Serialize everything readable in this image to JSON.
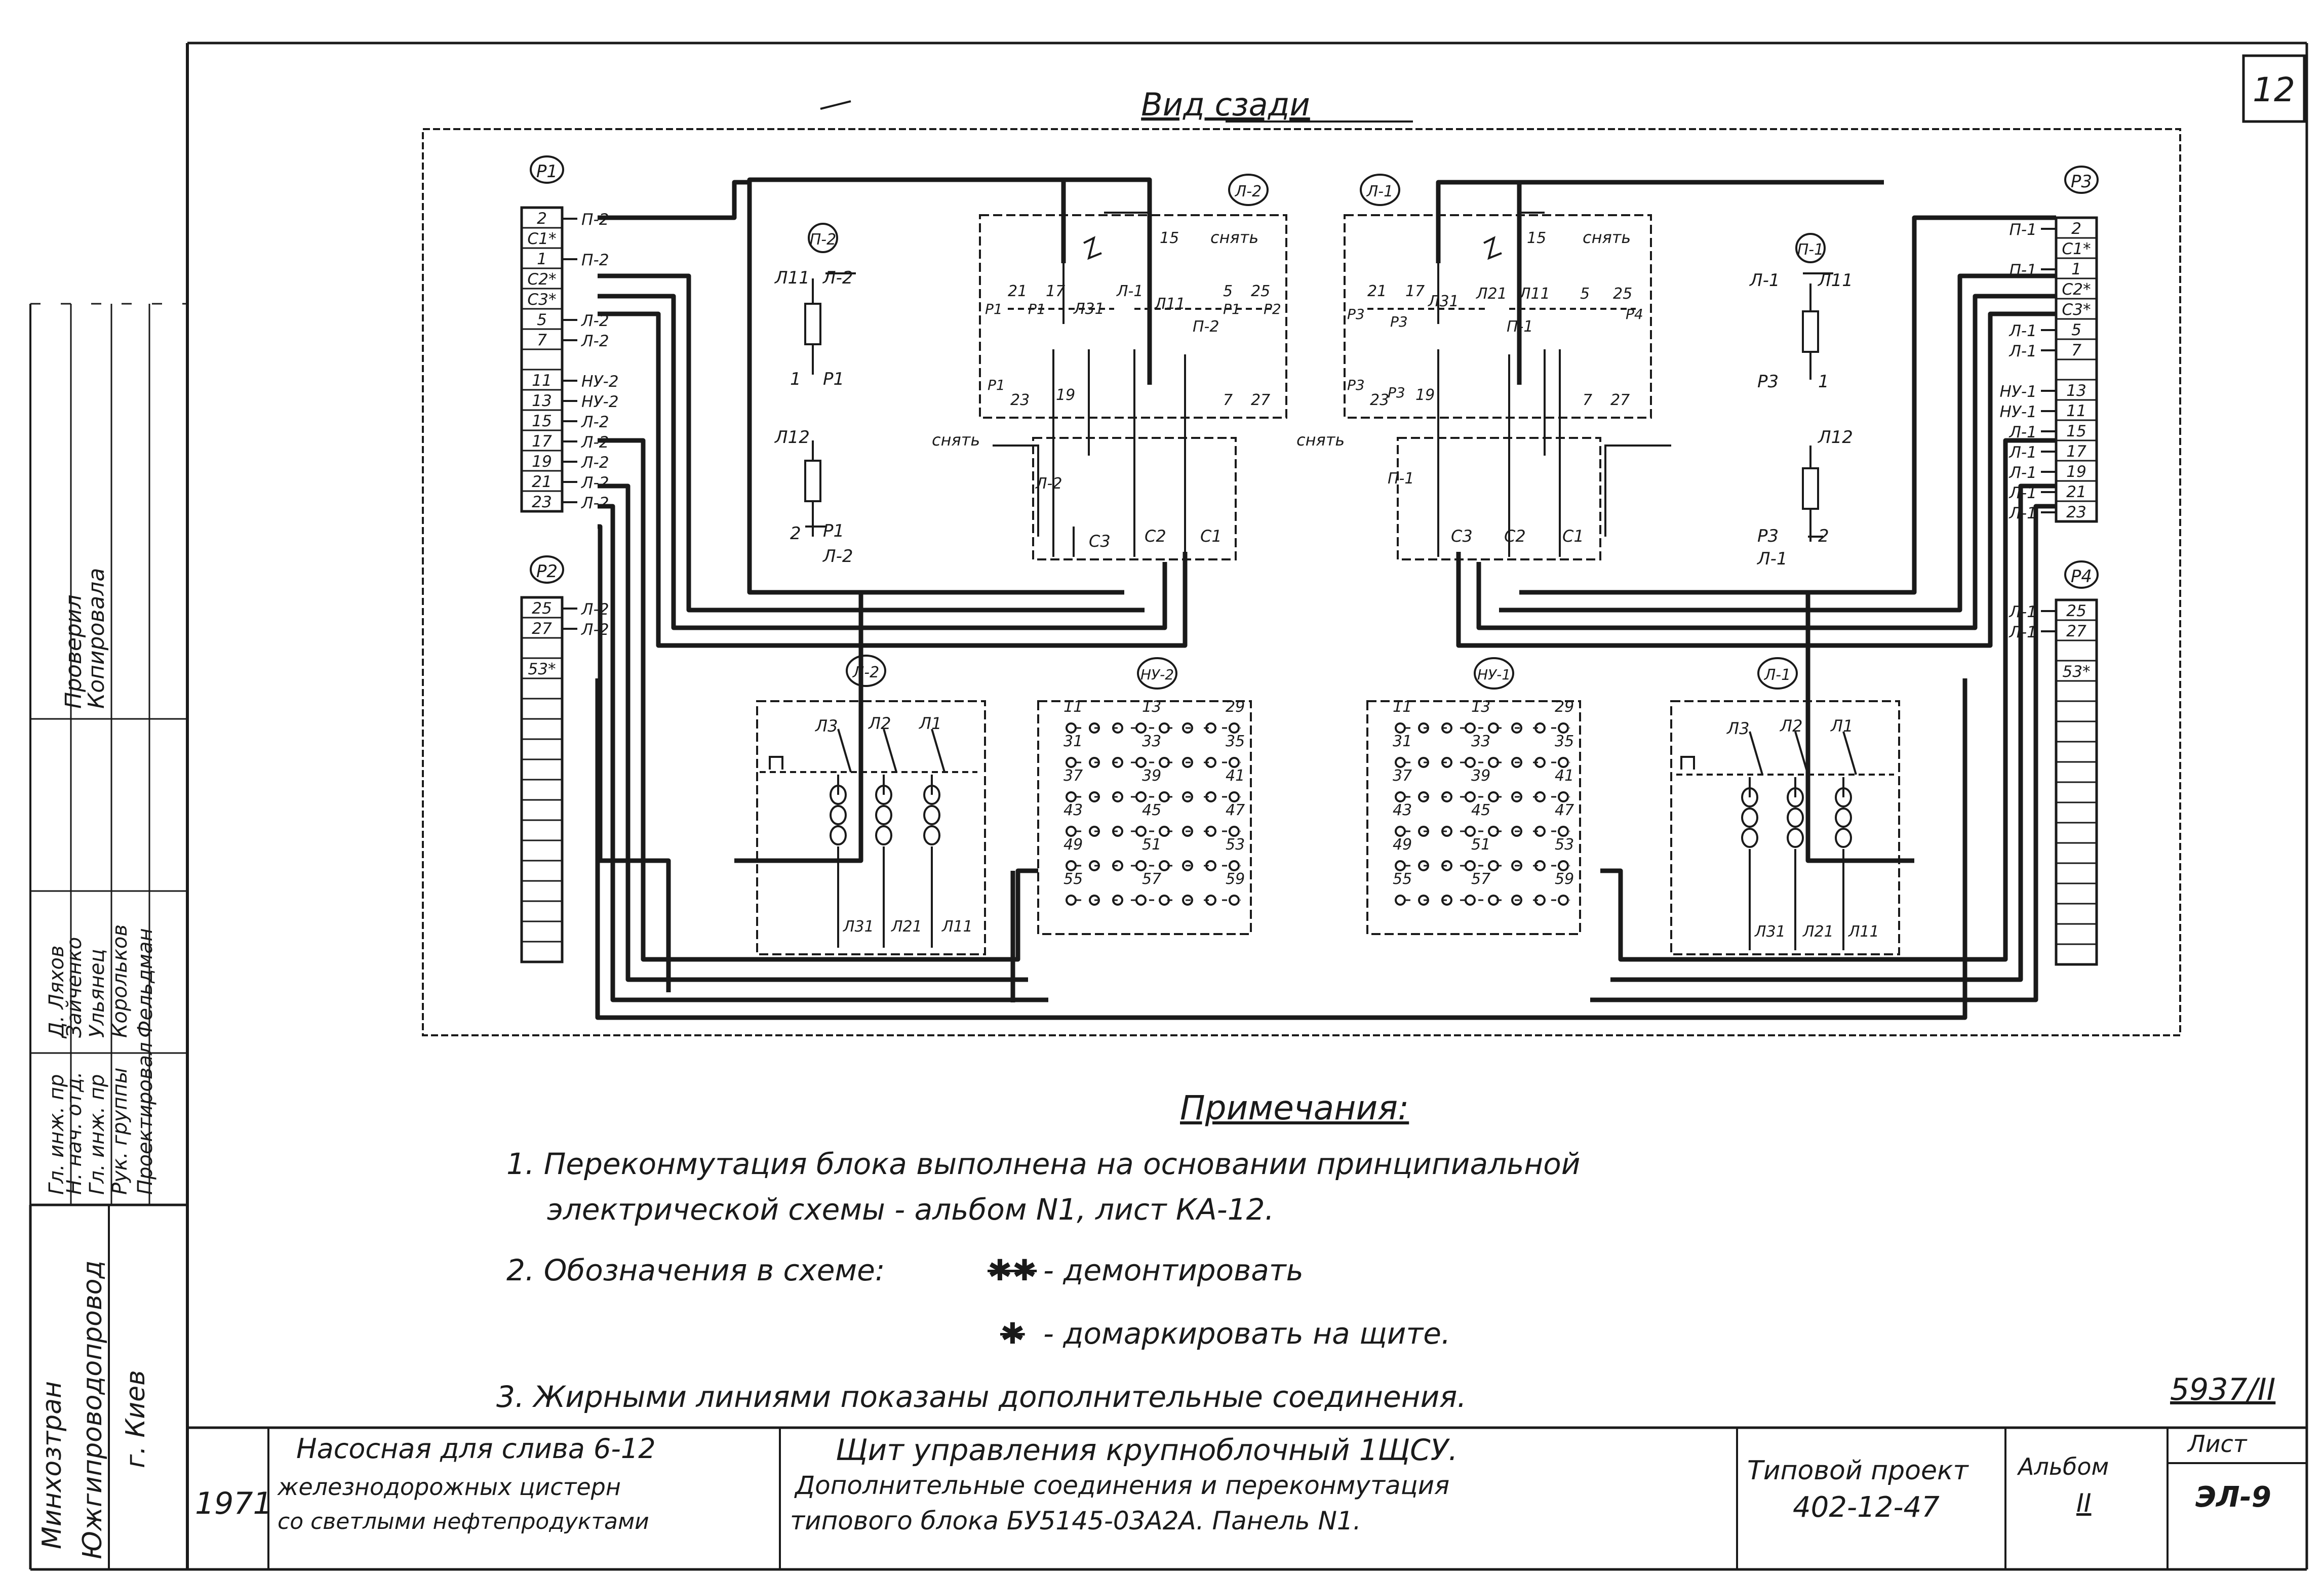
{
  "sheet": {
    "page_number": "12",
    "view_title": "Вид сзади",
    "archive_number": "5937/II"
  },
  "panels": {
    "left": [
      {
        "id": "P1",
        "label": "Р1",
        "terminals": [
          "2",
          "С1*",
          "1",
          "С2*",
          "С3*",
          "5",
          "7",
          "",
          "11",
          "13",
          "15",
          "17",
          "19",
          "21",
          "23"
        ],
        "wires": [
          "П-2",
          "",
          "П-2",
          "",
          "",
          "Л-2",
          "Л-2",
          "",
          "НУ-2",
          "НУ-2",
          "Л-2",
          "Л-2",
          "Л-2",
          "Л-2",
          "Л-2"
        ]
      },
      {
        "id": "P2",
        "label": "Р2",
        "terminals": [
          "25",
          "27",
          "",
          "53*"
        ],
        "wires": [
          "Л-2",
          "Л-2",
          "",
          ""
        ]
      }
    ],
    "right": [
      {
        "id": "P3",
        "label": "Р3",
        "terminals": [
          "2",
          "С1*",
          "1",
          "С2*",
          "С3*",
          "5",
          "7",
          "",
          "13",
          "11",
          "15",
          "17",
          "19",
          "21",
          "23"
        ],
        "wires": [
          "П-1",
          "",
          "П-1",
          "",
          "",
          "Л-1",
          "Л-1",
          "",
          "НУ-1",
          "НУ-1",
          "Л-1",
          "Л-1",
          "Л-1",
          "Л-1",
          "Л-1"
        ]
      },
      {
        "id": "P4",
        "label": "Р4",
        "terminals": [
          "25",
          "27",
          "",
          "53*"
        ],
        "wires": [
          "Л-1",
          "Л-1",
          "",
          ""
        ]
      }
    ]
  },
  "devices": {
    "P2_fuse": {
      "label": "П-2",
      "t1": "Л11",
      "t2": "Л-2",
      "t3": "1",
      "t4": "Р1",
      "t5": "Л12",
      "t6": "2",
      "t7": "Р1",
      "t8": "Л-2"
    },
    "P1_fuse": {
      "label": "П-1",
      "t1": "Л-1",
      "t2": "Л11",
      "t3": "Р3",
      "t4": "1",
      "t5": "Л12",
      "t6": "Р3",
      "t7": "2",
      "t8": "Л-1"
    },
    "L2_relay": {
      "label": "Л-2",
      "snyat": "снять",
      "pins": [
        "21",
        "17",
        "Л31",
        "Л-1",
        "Л11",
        "5",
        "25",
        "15",
        "Р1",
        "Р1",
        "Р1",
        "Р1",
        "Р2",
        "23",
        "19",
        "7",
        "27",
        "П-2",
        "С3",
        "С2",
        "С1",
        "Л-2"
      ]
    },
    "L1_relay": {
      "label": "Л-1",
      "snyat": "снять",
      "pins": [
        "21",
        "17",
        "Л31",
        "Л21",
        "Л11",
        "5",
        "25",
        "15",
        "Р3",
        "Р3",
        "Р3",
        "Р3",
        "Р4",
        "23",
        "19",
        "7",
        "27",
        "П-1",
        "С3",
        "С2",
        "С1",
        "П-1"
      ]
    },
    "L2_lamps": {
      "label": "Л-2",
      "top": [
        "Л3",
        "Л2",
        "Л1"
      ],
      "bottom": [
        "Л31",
        "Л21",
        "Л11"
      ]
    },
    "L1_lamps": {
      "label": "Л-1",
      "top": [
        "Л3",
        "Л2",
        "Л1"
      ],
      "bottom": [
        "Л31",
        "Л21",
        "Л11"
      ]
    },
    "NU2": {
      "label": "НУ-2",
      "pins": [
        "11",
        "13",
        "29",
        "31",
        "33",
        "35",
        "37",
        "39",
        "41",
        "43",
        "45",
        "47",
        "49",
        "51",
        "53",
        "55",
        "57",
        "59"
      ]
    },
    "NU1": {
      "label": "НУ-1",
      "pins": [
        "11",
        "13",
        "29",
        "31",
        "33",
        "35",
        "37",
        "39",
        "41",
        "43",
        "45",
        "47",
        "49",
        "51",
        "53",
        "55",
        "57",
        "59"
      ]
    }
  },
  "notes": {
    "heading": "Примечания:",
    "n1_a": "1. Переконмутация блока выполнена на основании принципиальной",
    "n1_b": "электрической схемы - альбом N1, лист КА-12.",
    "n2_a": "2. Обозначения в схеме:",
    "n2_sym1": "✱✱",
    "n2_b": "- демонтировать",
    "n2_sym2": "✱",
    "n2_c": "- домаркировать на щите.",
    "n3": "3. Жирными линиями показаны дополнительные соединения."
  },
  "approvals": {
    "org1": "Минхозтран",
    "org2": "Южгипроводопровод",
    "city": "г. Киев",
    "rows": [
      {
        "role": "Гл. инж. пр",
        "name": "Д. Ляхов"
      },
      {
        "role": "Н. нач. отд.",
        "name": "Зайченко"
      },
      {
        "role": "Гл. инж. пр",
        "name": "Ульянец"
      },
      {
        "role": "Рук. группы",
        "name": "Корольков"
      },
      {
        "role": "Проектировал",
        "name": "Фельдман"
      }
    ],
    "checked": "Проверил",
    "copied": "Копировала"
  },
  "title_block": {
    "year": "1971",
    "object_1": "Насосная для слива 6-12",
    "object_2": "железнодорожных цистерн",
    "object_3": "со светлыми нефтепродуктами",
    "title_1": "Щит управления крупноблочный 1ЩСУ.",
    "title_2": "Дополнительные соединения и переконмутация",
    "title_3": "типового блока БУ5145-03А2А. Панель N1.",
    "project_1": "Типовой проект",
    "project_2": "402-12-47",
    "album_label": "Альбом",
    "album_value": "II",
    "sheet_label": "Лист",
    "sheet_value": "ЭЛ-9"
  }
}
